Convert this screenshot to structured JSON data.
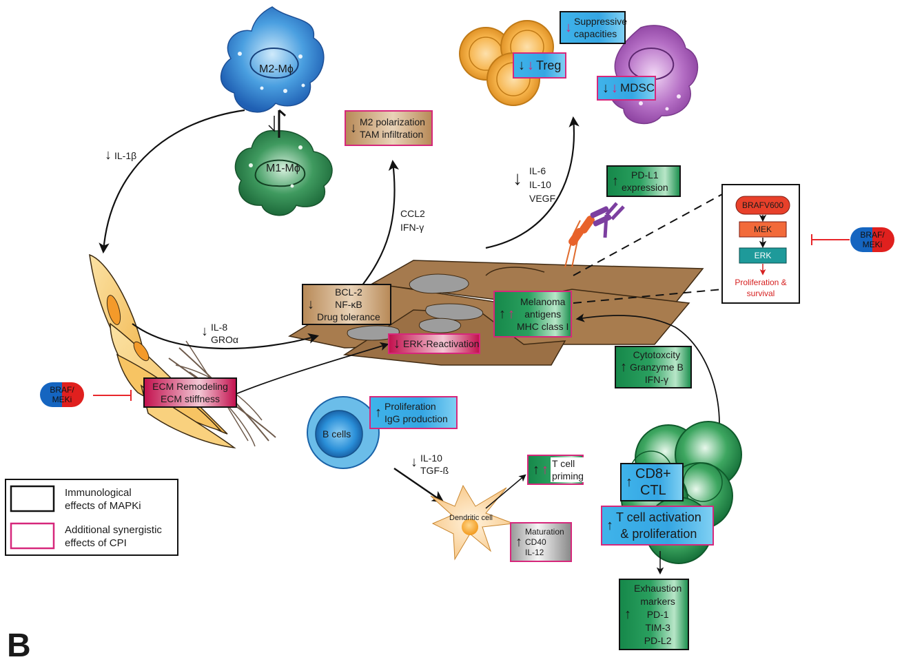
{
  "cells": {
    "m2": "M2-Mϕ",
    "m1": "M1-Mϕ",
    "bcells": "B cells",
    "dendritic": "Dendritic cell"
  },
  "cytokines": {
    "il1b": "IL-1β",
    "il8_groa": [
      "IL-8",
      "GROα"
    ],
    "ccl2_ifn": [
      "CCL2",
      "IFN-γ"
    ],
    "il6_il10_vegf": [
      "IL-6",
      "IL-10",
      "VEGF"
    ],
    "il10_tgfb": [
      "IL-10",
      "TGF-ß"
    ]
  },
  "boxes": {
    "m2_polarization": [
      "M2 polarization",
      "TAM infiltration"
    ],
    "suppressive": [
      "Suppressive",
      "capacities"
    ],
    "treg": "Treg",
    "mdsc": "MDSC",
    "pdl1": [
      "PD-L1",
      "expression"
    ],
    "bcl2": [
      "BCL-2",
      "NF-κB",
      "Drug tolerance"
    ],
    "melanoma": [
      "Melanoma",
      "antigens",
      "MHC class I"
    ],
    "erk_reactivation": "ERK-Reactivation",
    "ecm": [
      "ECM Remodeling",
      "ECM stiffness"
    ],
    "cytotox": [
      "Cytotoxcity",
      "Granzyme B",
      "IFN-γ"
    ],
    "proliferation_igg": [
      "Proliferation",
      "IgG production"
    ],
    "tcell_priming": [
      "T cell",
      "priming"
    ],
    "maturation": [
      "Maturation",
      "CD40",
      "IL-12"
    ],
    "cd8": [
      "CD8+",
      "CTL"
    ],
    "tcell_activation": [
      "T cell activation",
      "& proliferation"
    ],
    "exhaustion": [
      "Exhaustion",
      "markers",
      "PD-1",
      "TIM-3",
      "PD-L2"
    ]
  },
  "pathway": {
    "braf": "BRAFV600",
    "mek": "MEK",
    "erk": "ERK",
    "outcome": [
      "Proliferation &",
      "survival"
    ]
  },
  "inhibitor": [
    "BRAF/",
    "MEKi"
  ],
  "legend": {
    "black_label": [
      "Immunological",
      "effects of MAPKi"
    ],
    "pink_label": [
      "Additional synergistic",
      "effects of CPI"
    ]
  },
  "panel_letter": "B",
  "colors": {
    "border_black": "#111111",
    "border_pink": "#d6277b",
    "braf_blue": "#1565c0",
    "braf_red": "#e0201e",
    "inhibit_red": "#e8262a",
    "treg_orange": "#f5b24a",
    "mdsc_purple": "#b46fc4",
    "tumor_brown": "#a57a4e"
  }
}
